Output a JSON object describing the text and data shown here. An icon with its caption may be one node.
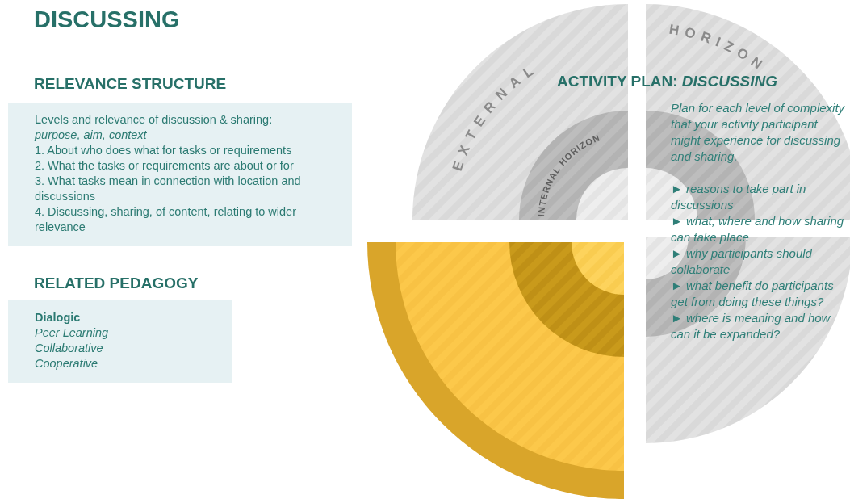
{
  "diagram": {
    "title": "DISCUSSING",
    "nodes": [
      {
        "text": [
          "RELEVANCE STRUCTURE",
          "Levels and relevance of discussion & sharing:",
          "purpose, aim, context",
          "1. About who does what for tasks or requirements",
          "2. What the tasks or requirements are about or for",
          "3. What tasks mean in connection with location and discussions",
          "4. Discussing, sharing, of content, relating to wider relevance"
        ]
      },
      {
        "text": [
          "RELATED PEDAGOGY",
          "Dialogic",
          "Peer Learning",
          "Collaborative",
          "Cooperative"
        ]
      }
    ],
    "labels": [
      "EXTERNAL",
      "HORIZON",
      "ACTIVITY PLAN: *DISCUSSING*",
      "Plan for each level of complexity that your activity participant might experience for discussing and sharing.",
      "► reasons to take part in discussions",
      "► what, where and how sharing can take place",
      "► why participants should collaborate",
      "► what benefit do participants get from doing these things?",
      "► where is meaning and how can it be expanded?",
      "INTERNAL HORIZON"
    ]
  }
}
